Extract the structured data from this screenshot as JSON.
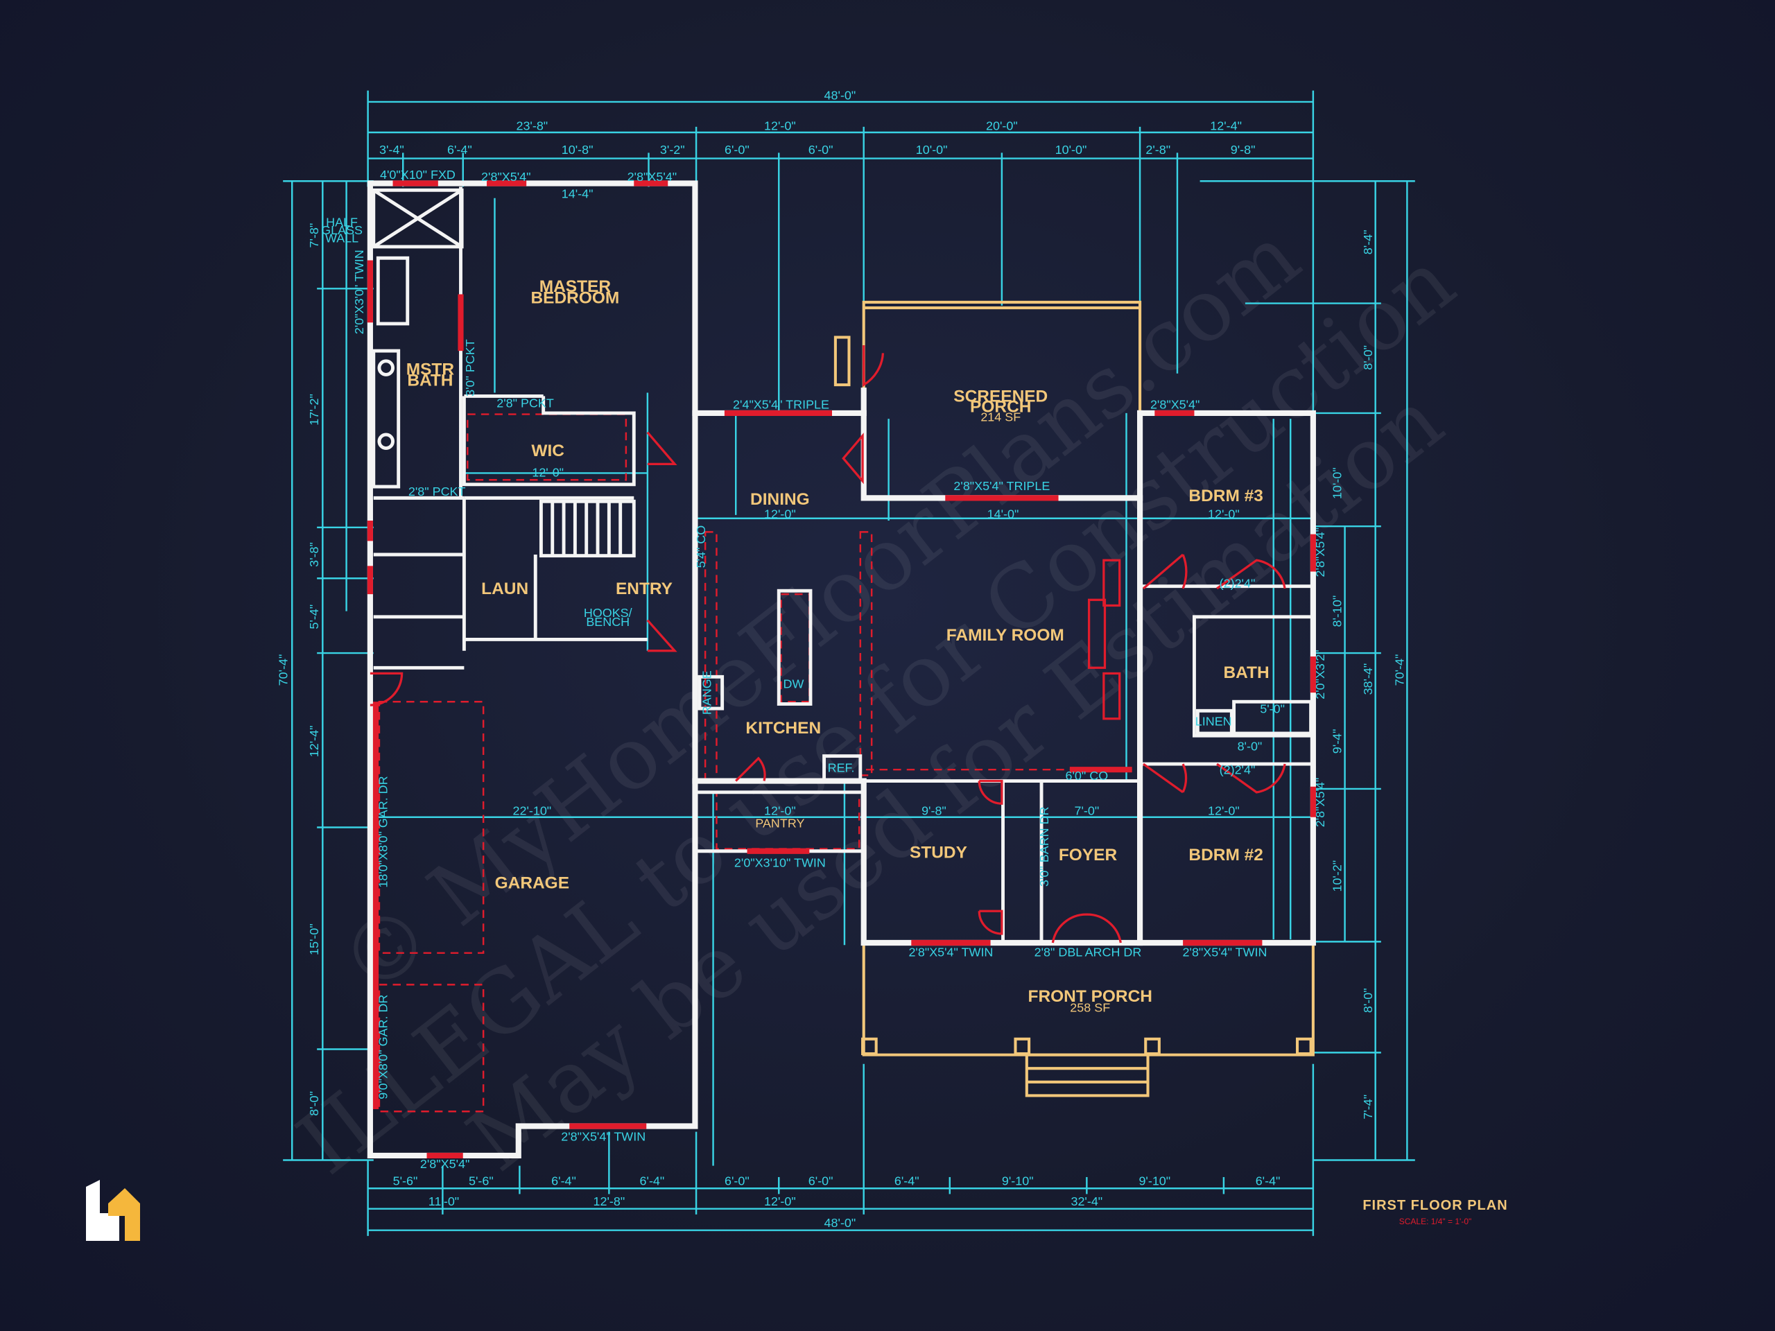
{
  "plan_title": "FIRST FLOOR PLAN",
  "scale": "SCALE: 1/4\" = 1'-0\"",
  "watermark": [
    "© MyHomeFloorPlans.com",
    "ILLEGAL to use for Construction",
    "May be used for Estimation"
  ],
  "dims_top_overall": "48'-0\"",
  "dims_top_mid": [
    "23'-8\"",
    "12'-0\"",
    "20'-0\"",
    "12'-4\""
  ],
  "dims_top_detail": [
    "3'-4\"",
    "6'-4\"",
    "10'-8\"",
    "3'-2\"",
    "6'-0\"",
    "6'-0\"",
    "10'-0\"",
    "10'-0\"",
    "2'-8\"",
    "9'-8\""
  ],
  "dims_bottom_detail": [
    "5'-6\"",
    "5'-6\"",
    "6'-4\"",
    "6'-4\"",
    "6'-0\"",
    "6'-0\"",
    "6'-4\"",
    "9'-10\"",
    "9'-10\"",
    "6'-4\""
  ],
  "dims_bottom_mid": [
    "11'-0\"",
    "12'-8\"",
    "12'-0\"",
    "32'-4\""
  ],
  "dims_bottom_overall": "48'-0\"",
  "dims_left_outer": "70'-4\"",
  "dims_left_mid": [
    "7'-8\"",
    "17'-2\"",
    "3'-8\"",
    "5'-4\"",
    "12'-4\"",
    "15'-0\"",
    "8'-0\""
  ],
  "dims_right_outer": "70'-4\"",
  "dims_right_mid": [
    "38'-4\""
  ],
  "dims_right_detail": [
    "8'-4\"",
    "8'-0\"",
    "10'-0\"",
    "8'-10\"",
    "9'-4\"",
    "10'-2\"",
    "8'-0\"",
    "7'-4\""
  ],
  "rooms": {
    "master_bedroom": [
      "MASTER",
      "BEDROOM"
    ],
    "mstr_bath": [
      "MSTR",
      "BATH"
    ],
    "wic": "WIC",
    "laun": "LAUN",
    "entry": "ENTRY",
    "dining": "DINING",
    "screened_porch": [
      "SCREENED",
      "PORCH"
    ],
    "screened_porch_area": "214 SF",
    "family_room": "FAMILY ROOM",
    "kitchen": "KITCHEN",
    "pantry": "PANTRY",
    "garage": "GARAGE",
    "study": "STUDY",
    "foyer": "FOYER",
    "bdrm3": "BDRM #3",
    "bdrm2": "BDRM #2",
    "bath": "BATH",
    "linen": "LINEN",
    "front_porch": "FRONT PORCH",
    "front_porch_area": "258 SF"
  },
  "notes": {
    "fxd": "4'0\"X10\" FXD",
    "w1": "2'8\"X5'4\"",
    "w2": "2'8\"X5'4\"",
    "mb_width": "14'-4\"",
    "half_glass": [
      "HALF",
      "GLASS",
      "WALL"
    ],
    "twin_left": "2'0\"X3'0\" TWIN",
    "pckt1": "3'0\" PCKT",
    "pckt2": "2'8\" PCKT",
    "pckt3": "2'8\" PCKT",
    "wic_w": "12'-0\"",
    "dining_triple": "2'4\"X5'4\" TRIPLE",
    "porch_triple": "2'8\"X5'4\" TRIPLE",
    "dining_w": "12'-0\"",
    "family_w": "14'-0\"",
    "bdrm3_w": "12'-0\"",
    "hooks": [
      "HOOKS/",
      "BENCH"
    ],
    "garage_w": "22'-10\"",
    "gar_dr1": "18'0\"X8'0\" GAR. DR",
    "gar_dr2": "9'0\"X8'0\" GAR. DR",
    "garage_bottom_win": "2'8\"X5'4\"",
    "garage_side_win": "2'8\"X5'4\" TWIN",
    "pantry_twin": "2'0\"X3'10\" TWIN",
    "pantry_w": "12'-0\"",
    "study_twin": "2'8\"X5'4\" TWIN",
    "arch_dr": "2'8\" DBL ARCH DR",
    "bdrm2_twin": "2'8\"X5'4\" TWIN",
    "bdrm2_w": "12'-0\"",
    "study_w": "9'-8\"",
    "foyer_w": "7'-0\"",
    "co1": "6'0\" CO",
    "co2": "5'4\" CO",
    "ref": "REF.",
    "range": "RANGE",
    "dw": "DW",
    "barn": "3'0\" BARN DR",
    "bath_tub": "5'-0\"",
    "bdrm_closet": "(2)2'4\"",
    "bdrm_closet2": "(2)2'4\"",
    "bath_w": "8'-0\"",
    "win_right1": "2'8\"X5'4\"",
    "win_right2": "2'0\"X3'2\"",
    "win_right3": "2'8\"X5'4\"",
    "win_top_right": "2'8\"X5'4\""
  },
  "colors": {
    "background": "#1a1e33",
    "dimension": "#39d3e4",
    "wall": "#f4f4f4",
    "opening": "#e01c2c",
    "label": "#f2c77a"
  },
  "logo_icon": "house-logo-icon"
}
